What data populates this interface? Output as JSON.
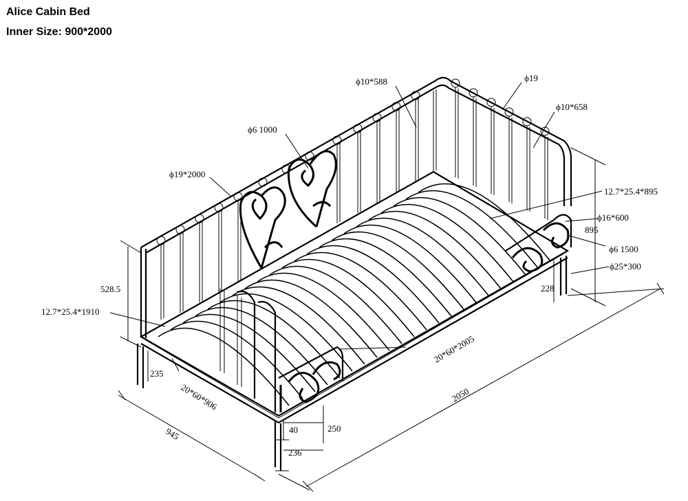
{
  "header": {
    "title": "Alice Cabin Bed",
    "subtitle": "Inner Size: 900*2000"
  },
  "dimensions": {
    "d10x588": "ϕ10*588",
    "d19": "ϕ19",
    "d10x658": "ϕ10*658",
    "d6x1000": "ϕ6    1000",
    "d19x2000": "ϕ19*2000",
    "r12x895": "12.7*25.4*895",
    "d16x600": "ϕ16*600",
    "h895": "895",
    "d6x1500": "ϕ6    1500",
    "d25x300": "ϕ25*300",
    "h228": "228",
    "h528": "528.5",
    "r12x1910": "12.7*25.4*1910",
    "r20x2005": "20*60*2005",
    "h235": "235",
    "r20x906": "20*60*906",
    "h250": "250",
    "h40": "40",
    "h236": "236",
    "w945": "945",
    "l2050": "2050"
  },
  "colors": {
    "line": "#000000",
    "background": "#ffffff"
  }
}
